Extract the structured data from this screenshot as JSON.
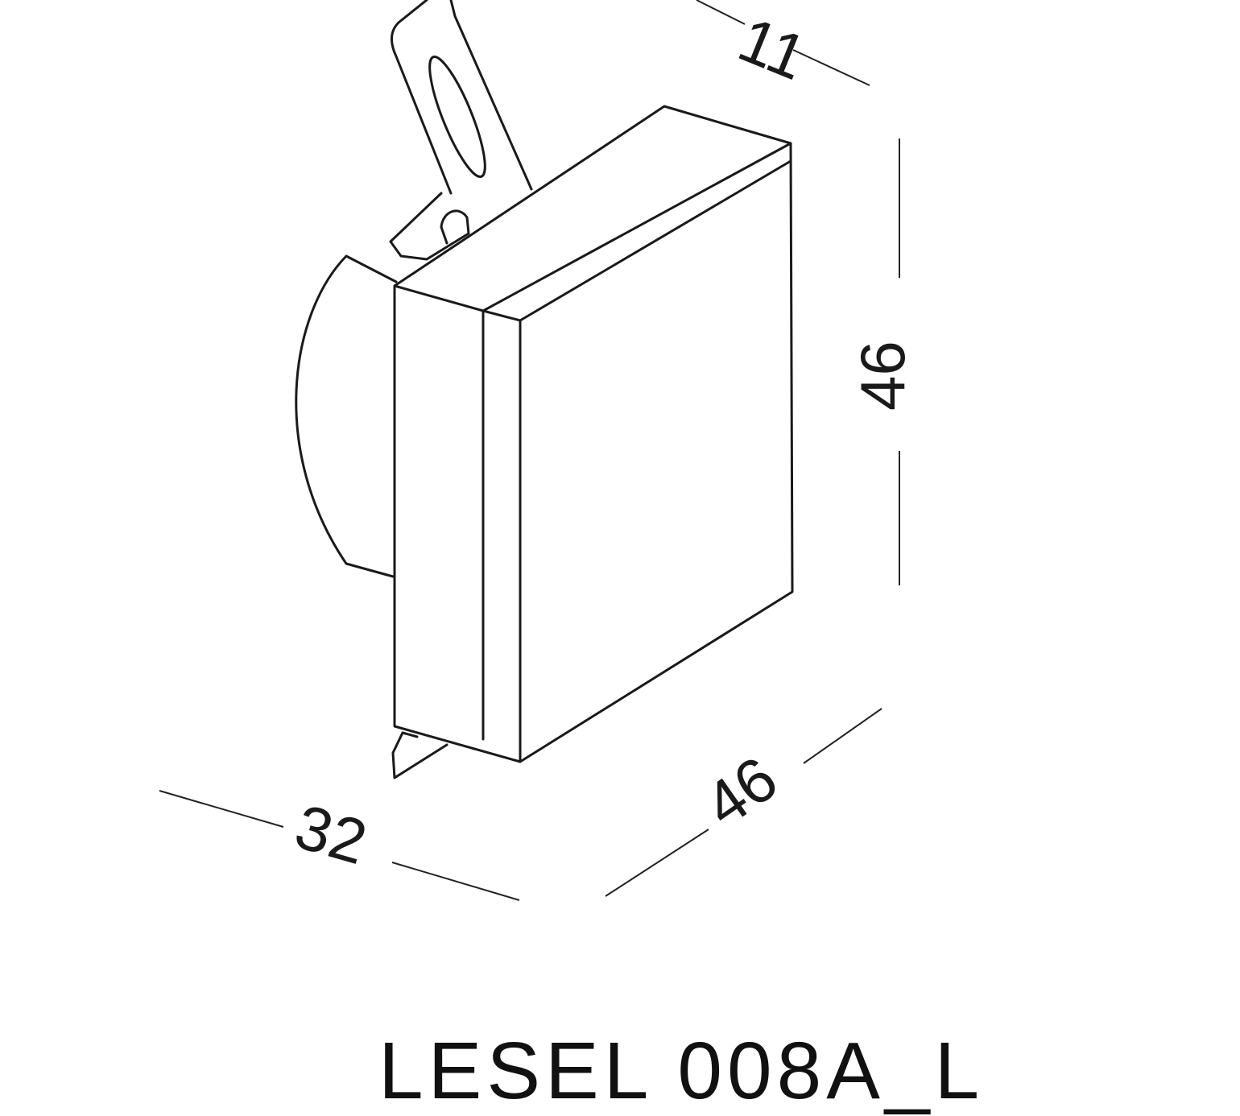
{
  "drawing": {
    "dimensions": {
      "depth_top": "11",
      "height": "46",
      "width": "46",
      "depth": "32"
    },
    "model_label": "LESEL 008A_L"
  }
}
